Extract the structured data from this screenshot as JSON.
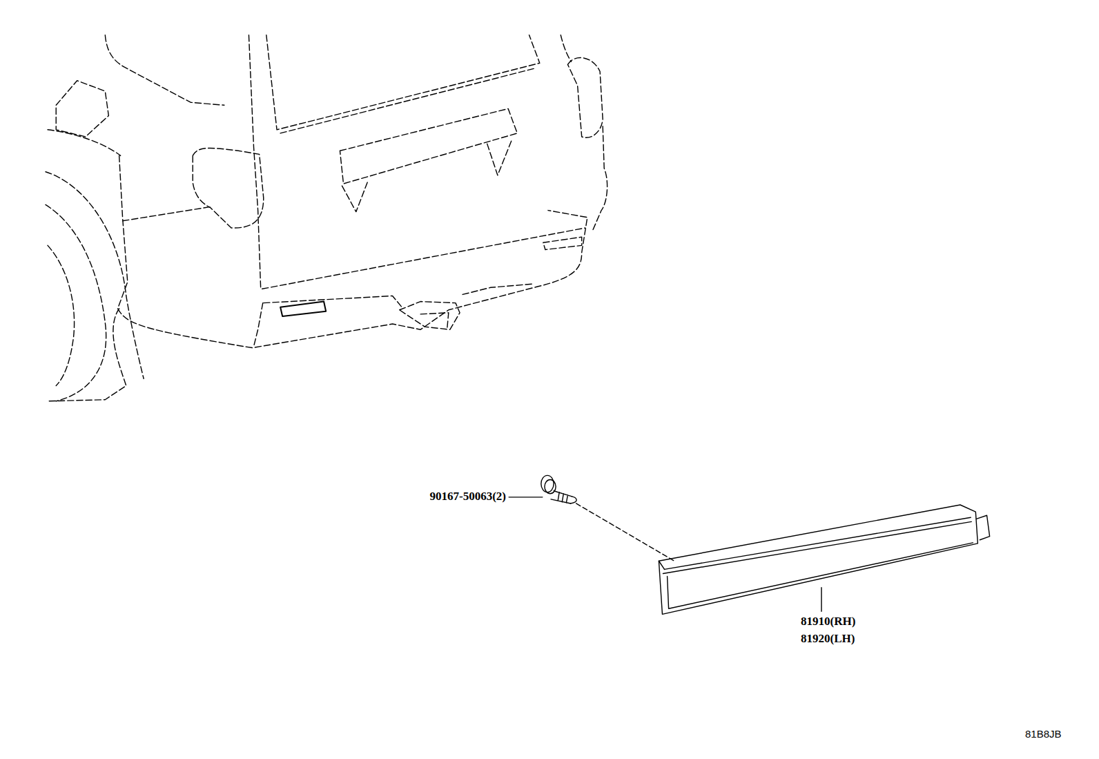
{
  "diagram": {
    "labels": [
      "90167-50063(2)",
      "81910(RH)",
      "81920(LH)",
      "81B8JB"
    ]
  }
}
